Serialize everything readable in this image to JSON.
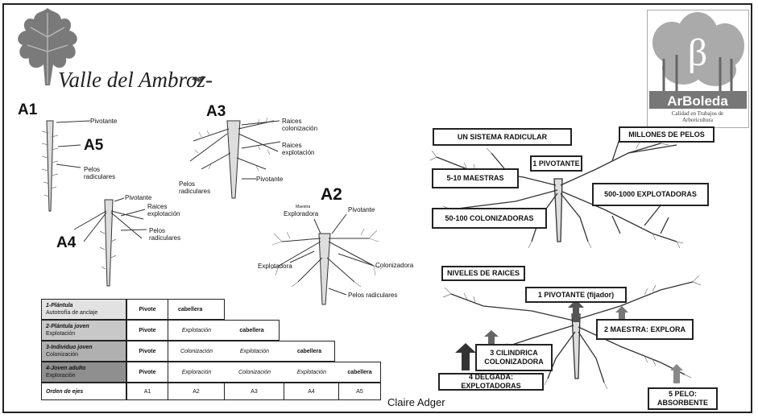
{
  "header": {
    "title": "Valle del Ambroz-"
  },
  "logo": {
    "name": "ArBoleda",
    "tagline_1": "Calidad en Trabajos de",
    "tagline_2": "Arboricultura",
    "symbol": "β"
  },
  "left_diagram": {
    "a1": "A1",
    "a1_pivot": "Pivotante",
    "a5": "A5",
    "a1_hairs": "Pelos\nradiculares",
    "a4": "A4",
    "a4_pivot": "Pivotante",
    "a4_roots": "Raices\nexplotación",
    "a4_hairs": "Pelos\nradiculares",
    "a3": "A3",
    "a3_col": "Raices\ncolonización",
    "a3_exp": "Raices\nexplotación",
    "a3_hairs": "Pelos\nradiculares",
    "a3_pivot": "Pivotante",
    "a2": "A2",
    "a2_maestra": "Maestra",
    "a2_expl": "Exploradora",
    "a2_pivot": "Pivotante",
    "a2_explot": "Explotadora",
    "a2_col": "Colonizadora",
    "a2_hairs": "Pelos radiculares"
  },
  "stage_table": {
    "rows": [
      {
        "title": "1-Plántula",
        "sub": "Autotrofía de anclaje",
        "cells": [
          "Pivote",
          "cabellera"
        ]
      },
      {
        "title": "2-Plántula joven",
        "sub": "Explotación",
        "cells": [
          "Pivote",
          "Explotación",
          "cabellera"
        ]
      },
      {
        "title": "3-Individuo joven",
        "sub": "Colonización",
        "cells": [
          "Pivote",
          "Colonización",
          "Explotación",
          "cabellera"
        ]
      },
      {
        "title": "4-Joven adulto",
        "sub": "Exploración",
        "cells": [
          "Pivote",
          "Exploración",
          "Colonización",
          "Explotación",
          "cabellera"
        ]
      }
    ],
    "footer_label": "Orden de ejes",
    "footer": [
      "A1",
      "A2",
      "A3",
      "A4",
      "A5"
    ]
  },
  "right_top": {
    "system": "UN SISTEMA RADICULAR",
    "hairs": "MILLONES DE PELOS",
    "pivot": "1 PIVOTANTE",
    "maestras": "5-10 MAESTRAS",
    "explot": "500-1000 EXPLOTADORAS",
    "colon": "50-100 COLONIZADORAS"
  },
  "right_bottom": {
    "levels": "NIVELES DE RAICES",
    "pivot": "1 PIVOTANTE (fijador)",
    "maestra": "2 MAESTRA: EXPLORA",
    "cil_1": "3 CILINDRICA",
    "cil_2": "COLONIZADORA",
    "delgada": "4 DELGADA: EXPLOTADORAS",
    "pelo_1": "5 PELO:",
    "pelo_2": "ABSORBENTE"
  },
  "author": "Claire Adger"
}
